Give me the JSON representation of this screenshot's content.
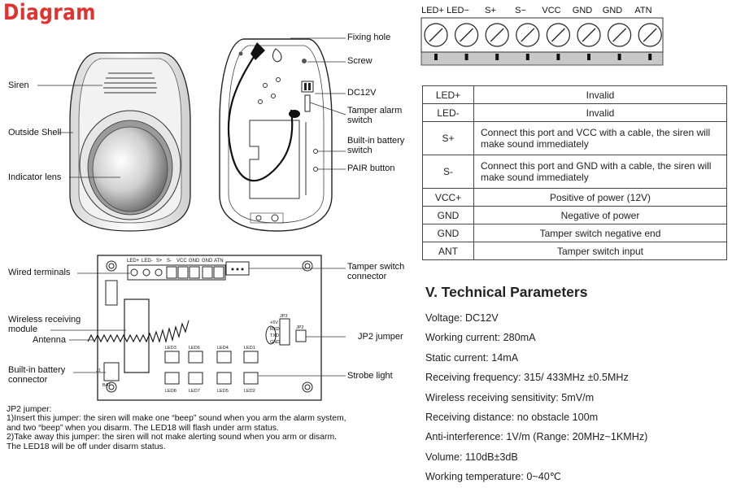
{
  "title": "Diagram",
  "siren_labels": {
    "siren": "Siren",
    "outside_shell": "Outside Shell",
    "indicator_lens": "Indicator lens"
  },
  "back_labels": {
    "fixing_hole": "Fixing hole",
    "screw": "Screw",
    "dc12v": "DC12V",
    "tamper_alarm_switch": [
      "Tamper alarm",
      "switch"
    ],
    "builtin_battery_switch": [
      "Built-in battery",
      "switch"
    ],
    "pair_button": "PAIR button"
  },
  "pcb_labels": {
    "wired_terminals": "Wired terminals",
    "wireless_module": [
      "Wireless receiving",
      "module"
    ],
    "antenna": "Antenna",
    "battery_connector": [
      "Built-in battery",
      "connector"
    ],
    "tamper_connector": [
      "Tamper switch",
      "connector"
    ],
    "jp2_jumper": "JP2 jumper",
    "strobe_light": "Strobe light",
    "board_header": [
      "LED+",
      "LED-",
      "S+",
      "S-",
      "VCC",
      "GND",
      "GND",
      "ATN"
    ],
    "jp3_pins": [
      "+5V",
      "RXD",
      "TXD",
      "GND"
    ],
    "jp3": "JP3",
    "jp2": "JP2",
    "j1": "J1",
    "bat": "BAT",
    "led_top": [
      "LED3",
      "LED6",
      "LED4",
      "LED1"
    ],
    "led_bottom": [
      "LED8",
      "LED7",
      "LED5",
      "LED2"
    ]
  },
  "terminal_header": [
    "LED+",
    "LED−",
    "S+",
    "S−",
    "VCC",
    "GND",
    "GND",
    "ATN"
  ],
  "ports_table": [
    {
      "port": "LED+",
      "desc": "Invalid"
    },
    {
      "port": "LED-",
      "desc": "Invalid"
    },
    {
      "port": "S+",
      "desc": "Connect this port and VCC with a cable, the siren will make sound immediately"
    },
    {
      "port": "S-",
      "desc": "Connect this port and GND with a cable, the siren will make sound immediately"
    },
    {
      "port": "VCC+",
      "desc": "Positive of power (12V)"
    },
    {
      "port": "GND",
      "desc": "Negative of power"
    },
    {
      "port": "GND",
      "desc": "Tamper switch negative end"
    },
    {
      "port": "ANT",
      "desc": "Tamper switch input"
    }
  ],
  "jp2_note": {
    "heading": "JP2 jumper:",
    "line1": "1)Insert this jumper: the siren will make one “beep” sound when you arm the alarm system,",
    "line2": "and two “beep” when you disarm. The LED18 will flash under arm status.",
    "line3": "2)Take away this jumper: the siren will not make alerting sound when you arm or disarm.",
    "line4": "The LED18 will be off under disarm status."
  },
  "tech": {
    "heading": "V. Technical Parameters",
    "params": [
      "Voltage: DC12V",
      "Working current: 280mA",
      "Static current: 14mA",
      "Receiving frequency: 315/ 433MHz ±0.5MHz",
      "Wireless receiving sensitivity: 5mV/m",
      "Receiving distance: no obstacle 100m",
      "Anti-interference: 1V/m (Range: 20MHz~1KMHz)",
      "Volume: 110dB±3dB",
      "Working temperature: 0~40℃"
    ]
  }
}
